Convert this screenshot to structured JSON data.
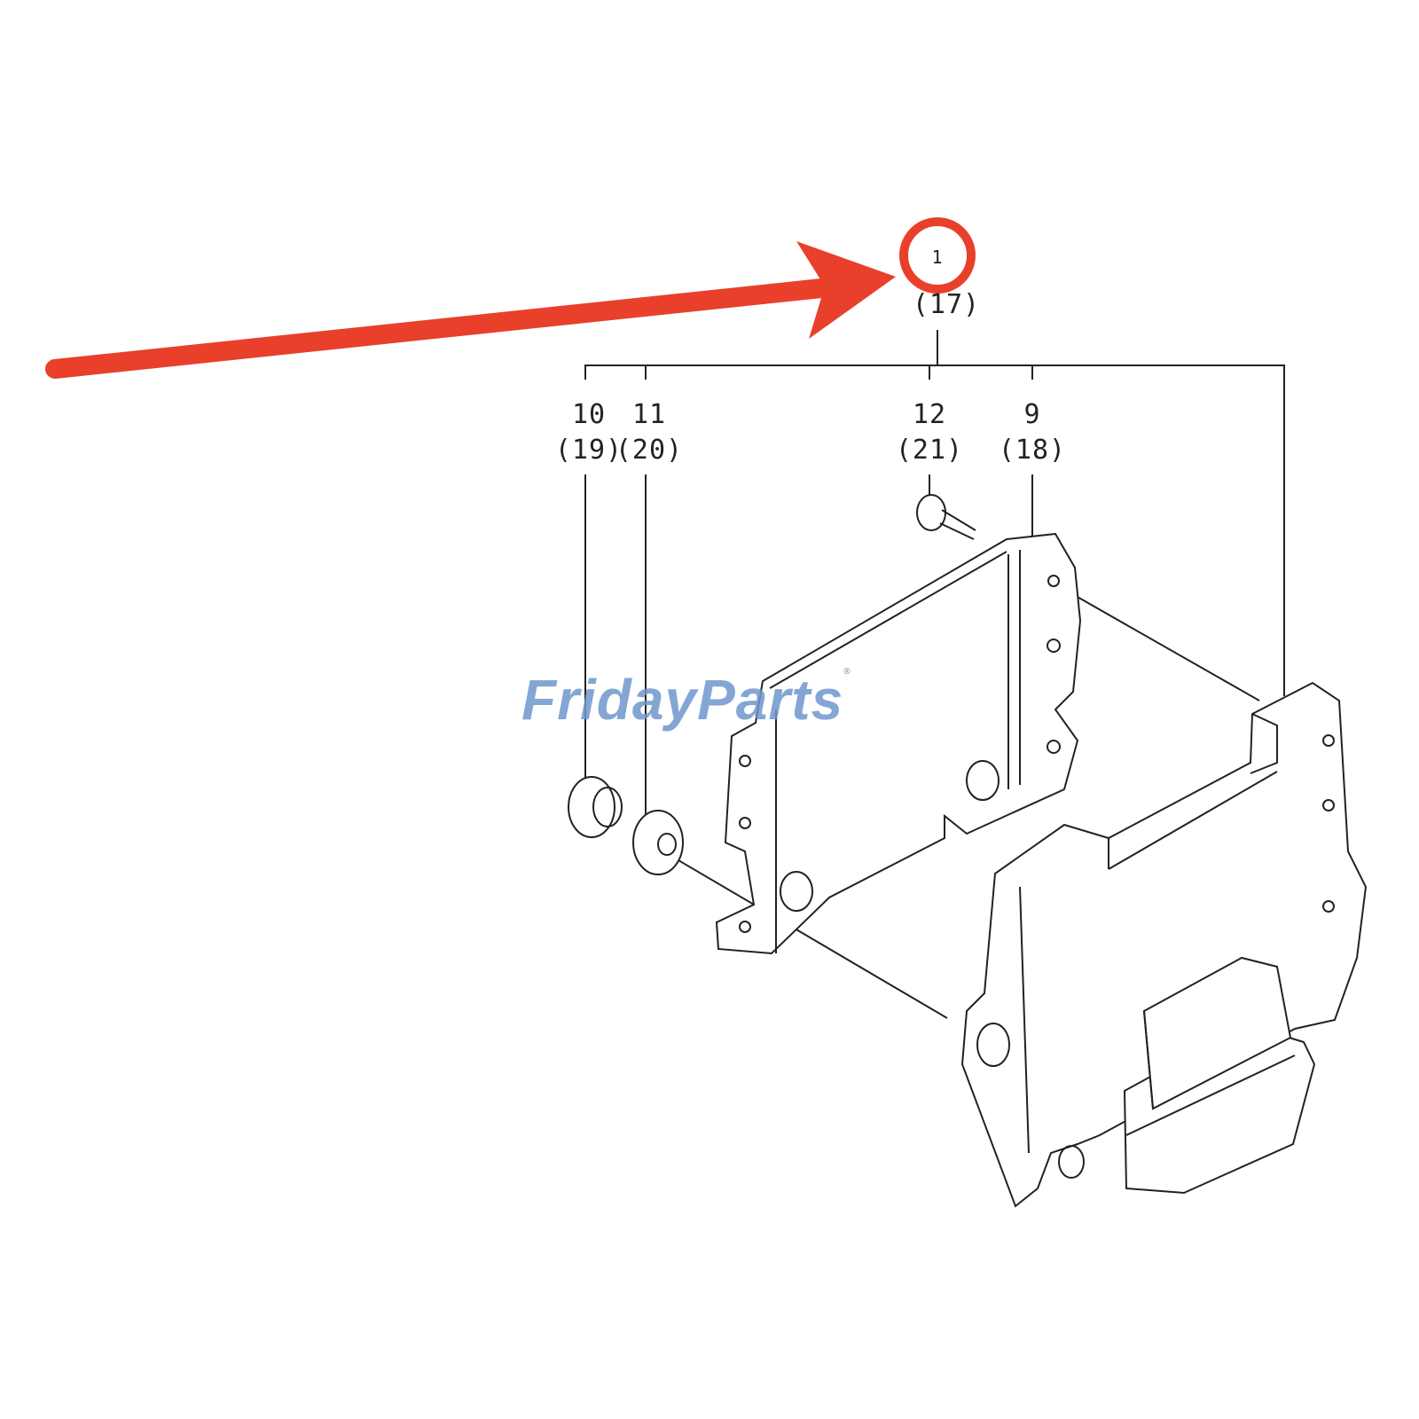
{
  "callouts": [
    {
      "part": "1",
      "ref": "(17)"
    },
    {
      "part": "10",
      "ref": "(19)"
    },
    {
      "part": "11",
      "ref": "(20)"
    },
    {
      "part": "12",
      "ref": "(21)"
    },
    {
      "part": "9",
      "ref": "(18)"
    }
  ],
  "watermark": {
    "text": "FridayParts",
    "registered": "®"
  },
  "annotation": {
    "color": "#e8402a",
    "marker": "arrow-and-circle"
  },
  "colors": {
    "line": "#222222",
    "watermark_blue": "#6e96cd",
    "watermark_orange": "#f5b870"
  }
}
